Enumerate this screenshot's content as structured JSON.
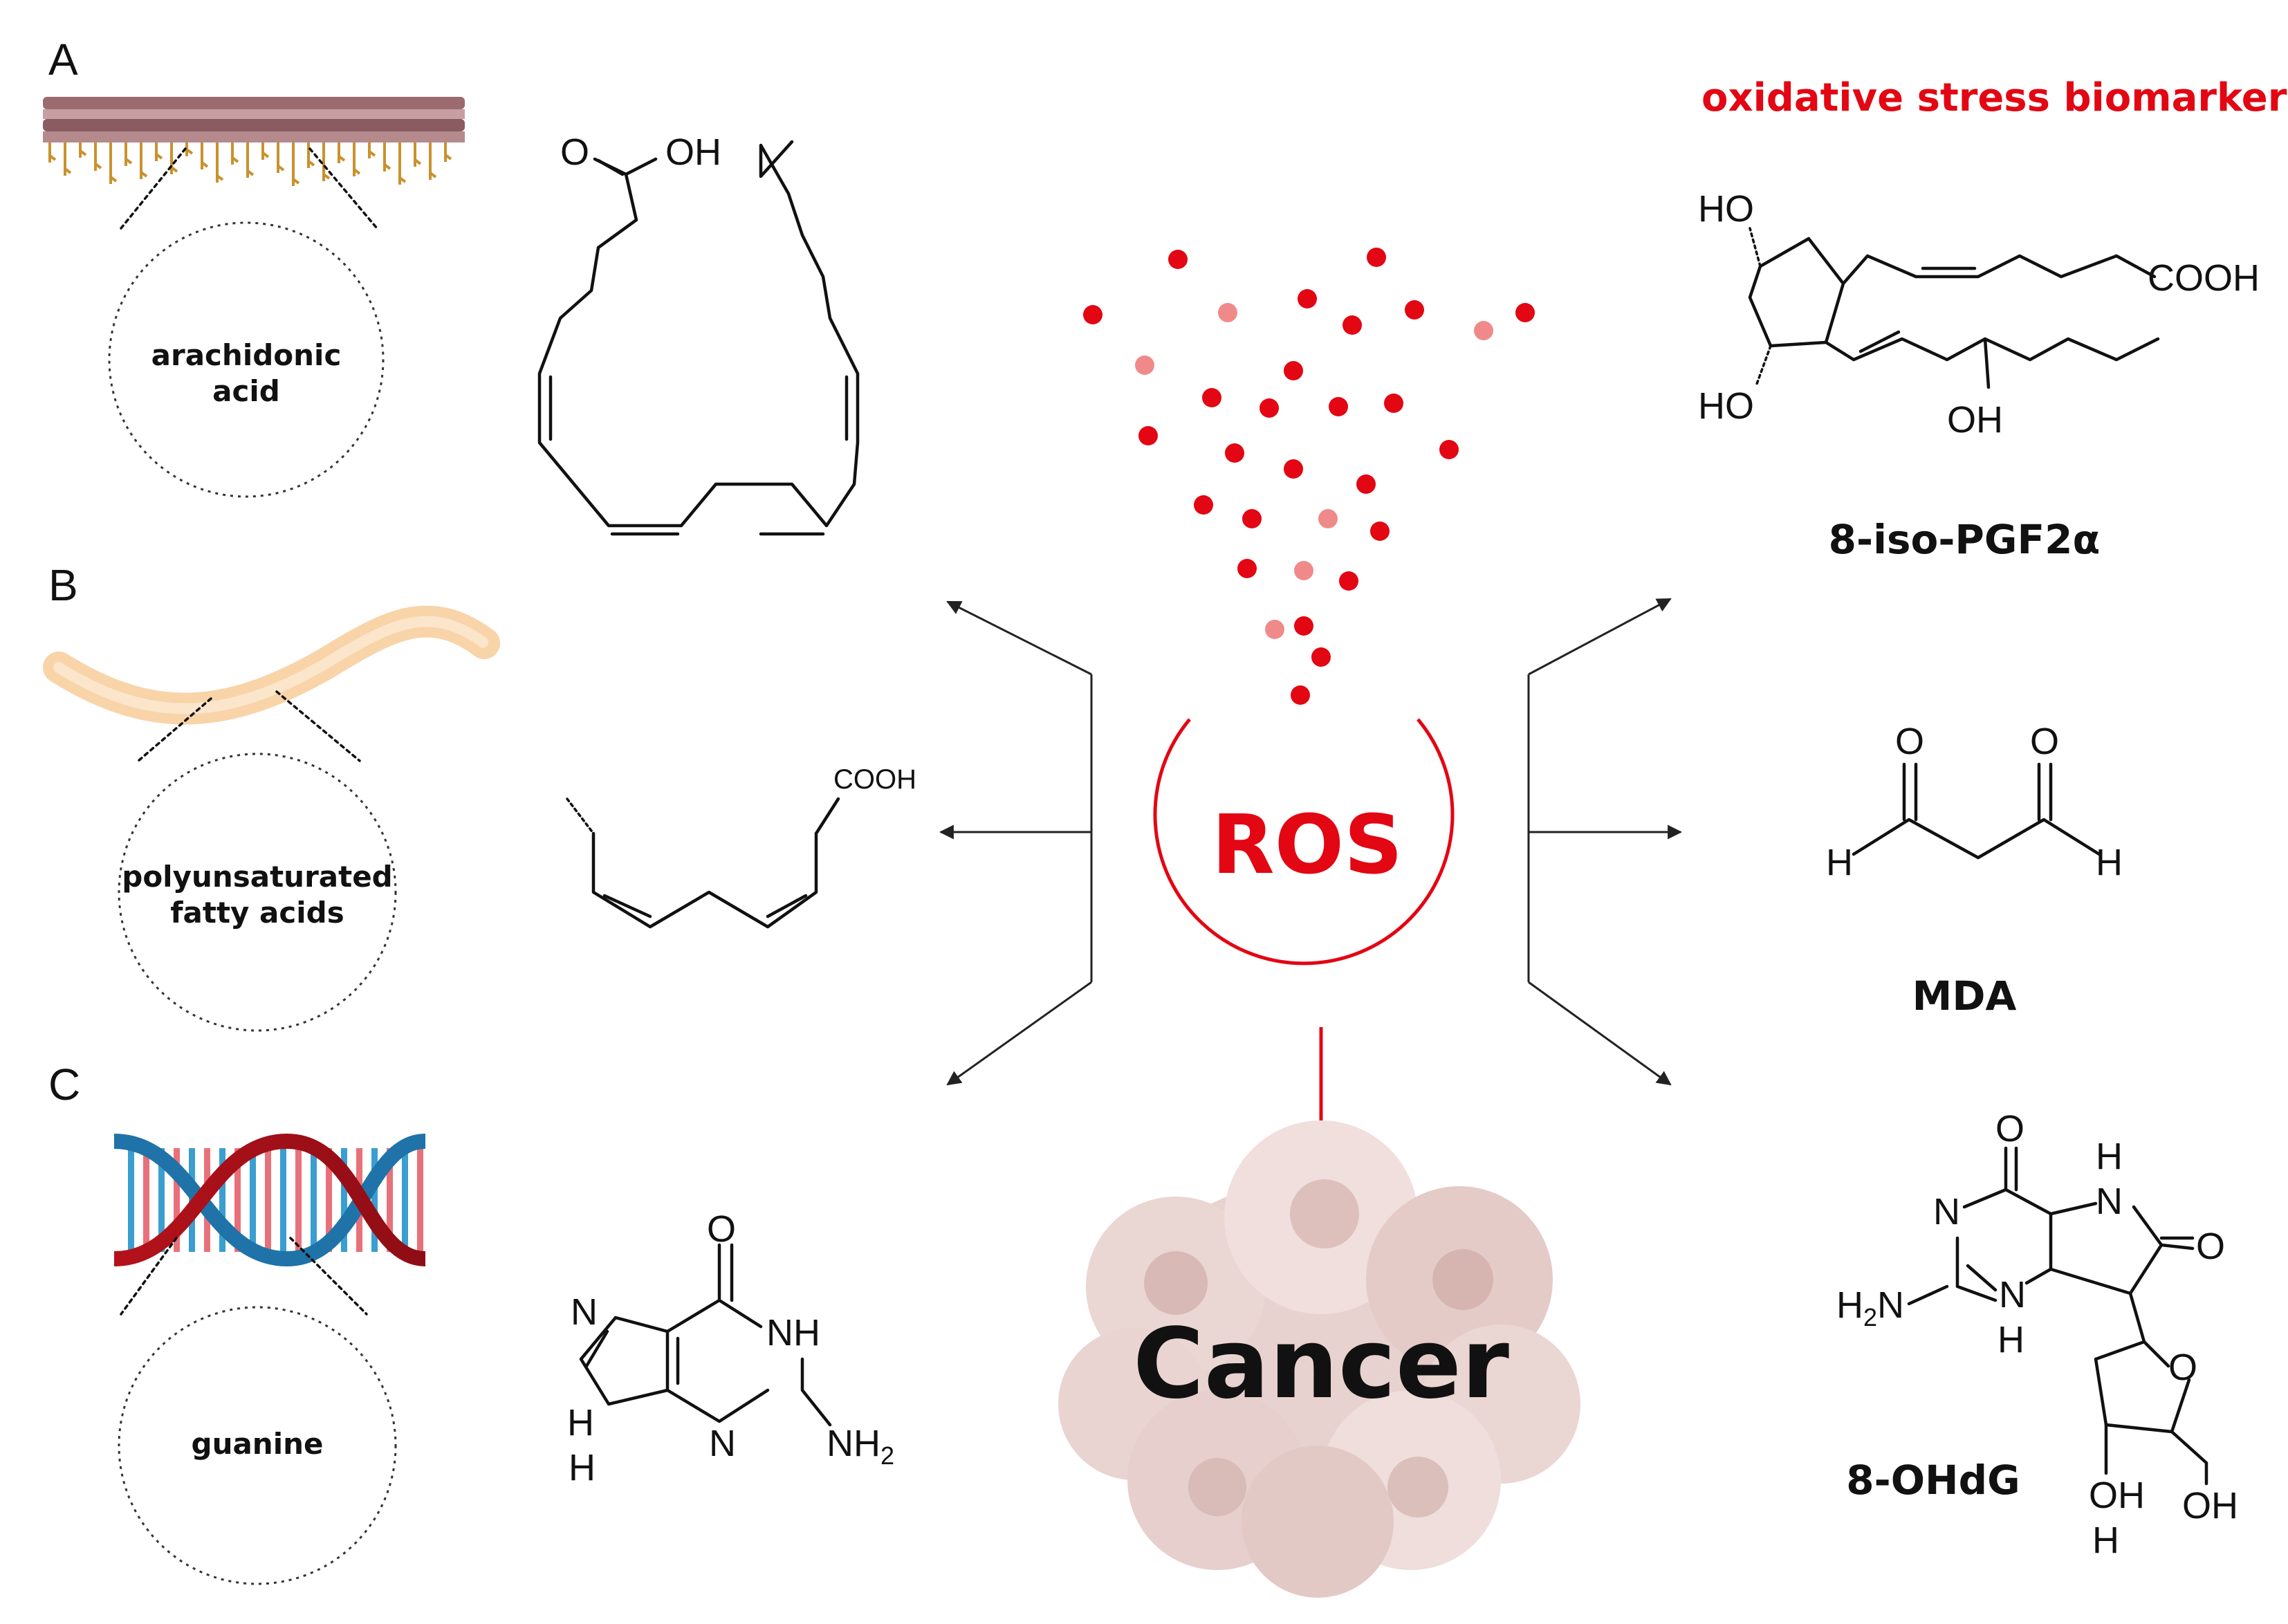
{
  "panels": {
    "a_letter": "A",
    "b_letter": "B",
    "c_letter": "C",
    "a_circle": [
      "arachidonic",
      "acid"
    ],
    "b_circle": [
      "polyunsaturated",
      "fatty acids"
    ],
    "c_circle": [
      "guanine"
    ]
  },
  "title": "oxidative stress biomarkers",
  "center": {
    "ros": "ROS",
    "cancer": "Cancer"
  },
  "biomarkers": {
    "iso": "8-iso-PGF2α",
    "mda": "MDA",
    "ohdg": "8-OHdG"
  },
  "atoms": {
    "o": "O",
    "oh": "OH",
    "ho": "HO",
    "cooh": "COOH",
    "h": "H",
    "n": "N",
    "nh": "NH",
    "nh2": "NH",
    "sub2": "2",
    "h2n": "H",
    "sub2b": "2",
    "h2n_n": "N"
  },
  "colors": {
    "accent": "#e30613",
    "dot_light": "#f08a8a"
  }
}
